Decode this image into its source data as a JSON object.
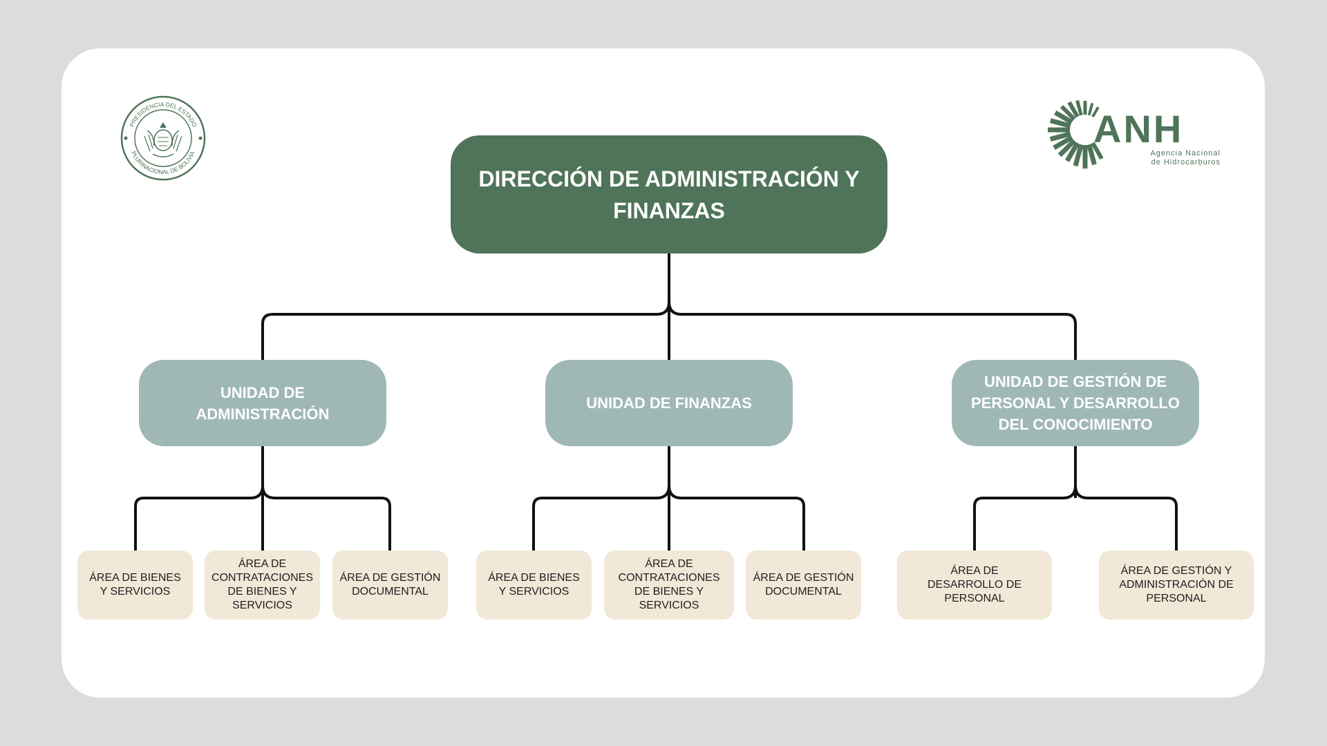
{
  "diagram": {
    "root": {
      "label": "DIRECCIÓN DE ADMINISTRACIÓN Y FINANZAS"
    },
    "units": [
      {
        "label": "UNIDAD DE ADMINISTRACIÓN",
        "areas": [
          "ÁREA DE BIENES Y SERVICIOS",
          "ÁREA DE CONTRATACIONES DE BIENES Y SERVICIOS",
          "ÁREA DE GESTIÓN DOCUMENTAL"
        ]
      },
      {
        "label": "UNIDAD DE FINANZAS",
        "areas": [
          "ÁREA DE BIENES Y SERVICIOS",
          "ÁREA DE CONTRATACIONES DE BIENES Y SERVICIOS",
          "ÁREA DE GESTIÓN DOCUMENTAL"
        ]
      },
      {
        "label": "UNIDAD DE GESTIÓN DE PERSONAL Y DESARROLLO DEL CONOCIMIENTO",
        "areas": [
          "ÁREA DE DESARROLLO DE PERSONAL",
          "ÁREA DE GESTIÓN Y ADMINISTRACIÓN DE PERSONAL"
        ]
      }
    ]
  },
  "logos": {
    "seal": {
      "top_text": "PRESIDENCIA DEL ESTADO",
      "bottom_text": "PLURINACIONAL DE BOLIVIA"
    },
    "anh": {
      "wordmark": "ANH",
      "line1": "Agencia Nacional",
      "line2": "de Hidrocarburos"
    }
  },
  "colors": {
    "background": "#dcdcda",
    "card": "#ffffff",
    "root_box": "#4f7459",
    "unit_box": "#9fb8b6",
    "area_box": "#f1e8d8",
    "connector": "#111111",
    "logo_green": "#4f7459"
  }
}
